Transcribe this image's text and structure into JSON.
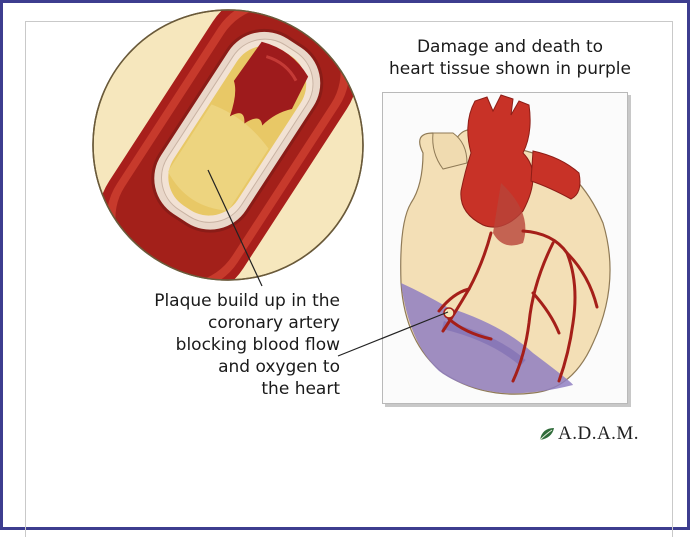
{
  "captions": {
    "damage": "Damage and death to\nheart tissue shown in purple",
    "plaque": "Plaque build up in the\ncoronary artery\nblocking blood flow\nand oxygen to\nthe heart"
  },
  "logo": {
    "text": "A.D.A.M.",
    "icon": "leaf-icon"
  },
  "colors": {
    "frame": "#3d3d8f",
    "artery_red": "#b5201c",
    "plaque_yellow": "#ecd27a",
    "heart_tissue": "#f3dfb6",
    "damage_purple": "#8f7fc2",
    "background_cream": "#f6e7bd"
  }
}
